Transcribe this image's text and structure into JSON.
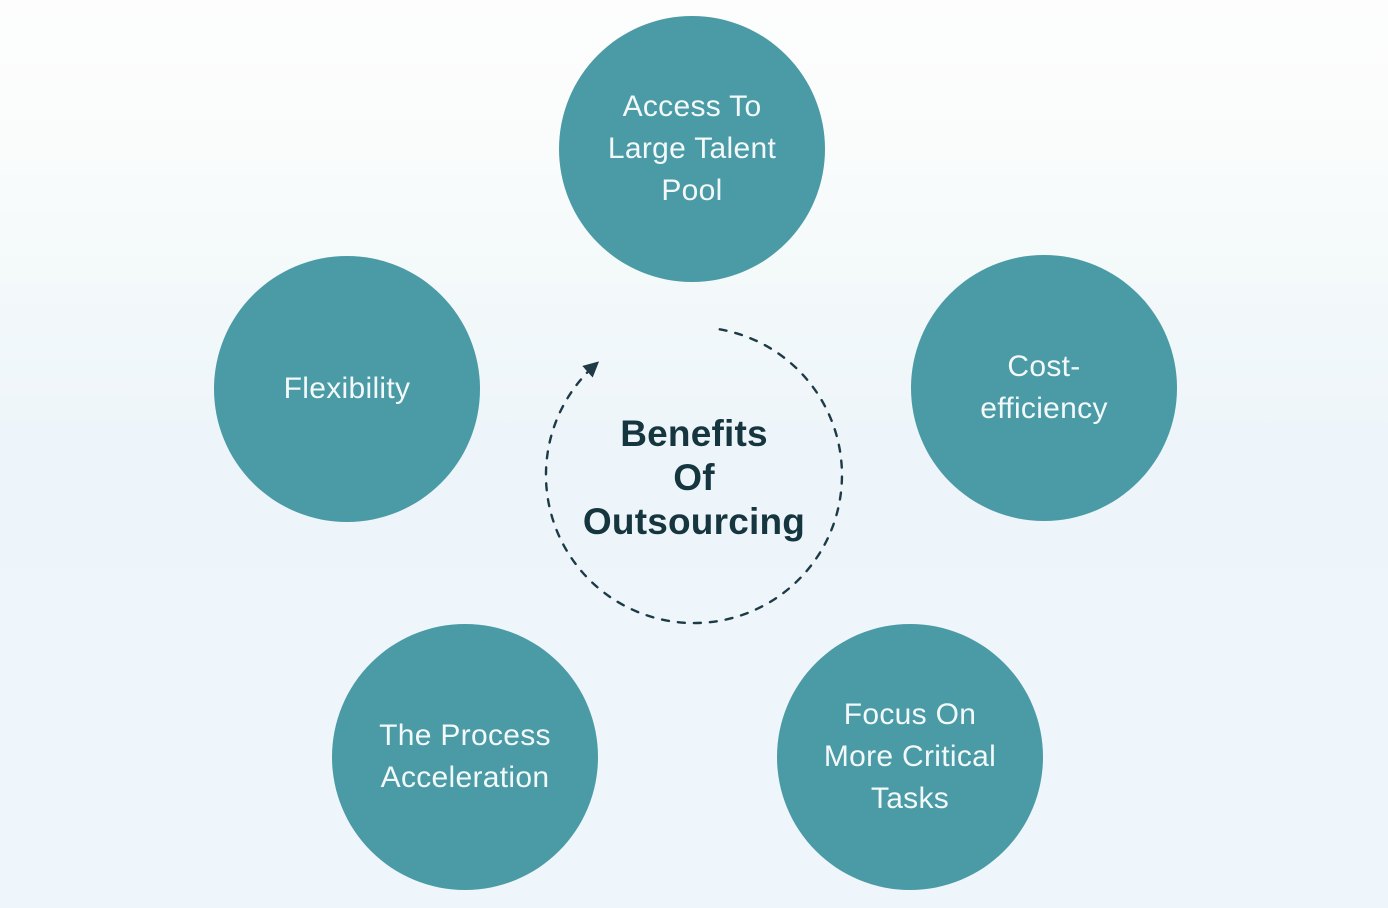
{
  "center": {
    "title": "Benefits\nOf\nOutsourcing"
  },
  "bubbles": [
    {
      "id": "access-to-large-talent-pool",
      "label": "Access To\nLarge Talent\nPool"
    },
    {
      "id": "cost-efficiency",
      "label": "Cost-\nefficiency"
    },
    {
      "id": "flexibility",
      "label": "Flexibility"
    },
    {
      "id": "the-process-acceleration",
      "label": "The Process\nAcceleration"
    },
    {
      "id": "focus-on-more-critical-tasks",
      "label": "Focus On\nMore Critical\nTasks"
    }
  ],
  "icons": [
    {
      "name": "dashed-cycle-arrow-icon",
      "description": "dashed circular arrow looping clockwise around the center title"
    }
  ],
  "colors": {
    "bubble_fill": "#4a9ba5",
    "bubble_text": "#f3f9fa",
    "center_text": "#15353f",
    "dashed_stroke": "#1c3b46",
    "background_top": "#fdfdfd",
    "background_bottom": "#eef6fc"
  }
}
